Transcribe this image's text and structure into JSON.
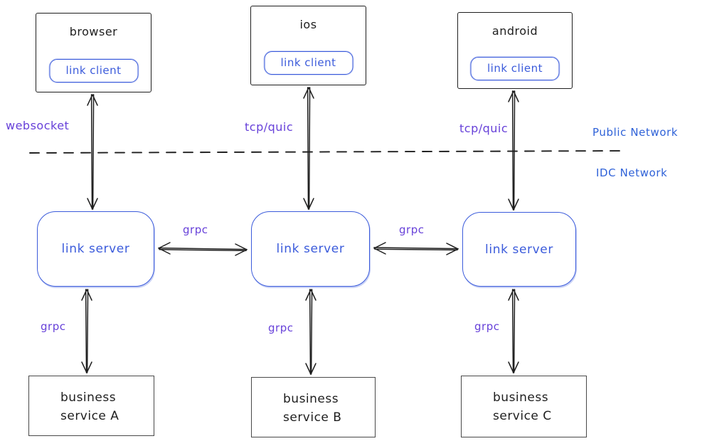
{
  "colors": {
    "ink": "#1e1e1e",
    "blue": "#3b5bdb",
    "purple": "#6741d9",
    "service_border": "#494949",
    "network_label_blue": "#2f62d8"
  },
  "network": {
    "public_label": "Public Network",
    "idc_label": "IDC Network"
  },
  "clients": [
    {
      "title": "browser",
      "chip": "link client",
      "protocol": "websocket"
    },
    {
      "title": "ios",
      "chip": "link client",
      "protocol": "tcp/quic"
    },
    {
      "title": "android",
      "chip": "link client",
      "protocol": "tcp/quic"
    }
  ],
  "servers": [
    {
      "label": "link server"
    },
    {
      "label": "link server"
    },
    {
      "label": "link server"
    }
  ],
  "server_links": [
    {
      "protocol": "grpc"
    },
    {
      "protocol": "grpc"
    }
  ],
  "service_links": [
    {
      "protocol": "grpc"
    },
    {
      "protocol": "grpc"
    },
    {
      "protocol": "grpc"
    }
  ],
  "services": [
    {
      "line1": "business",
      "line2": "service A"
    },
    {
      "line1": "business",
      "line2": "service B"
    },
    {
      "line1": "business",
      "line2": "service C"
    }
  ]
}
